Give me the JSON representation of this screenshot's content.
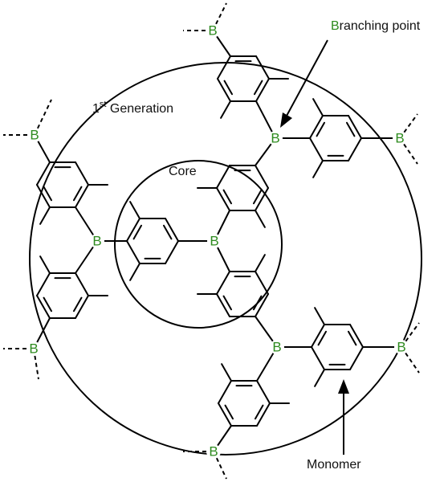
{
  "colors": {
    "boron": "#2e8b1f",
    "line": "#000000",
    "background": "#ffffff"
  },
  "labels": {
    "generation_number": "1",
    "generation_superscript": "st",
    "generation_word": " Generation",
    "core": "Core",
    "branching_point_first_letter": "B",
    "branching_point_rest": "ranching point",
    "monomer": "Monomer",
    "boron_symbol": "B"
  }
}
